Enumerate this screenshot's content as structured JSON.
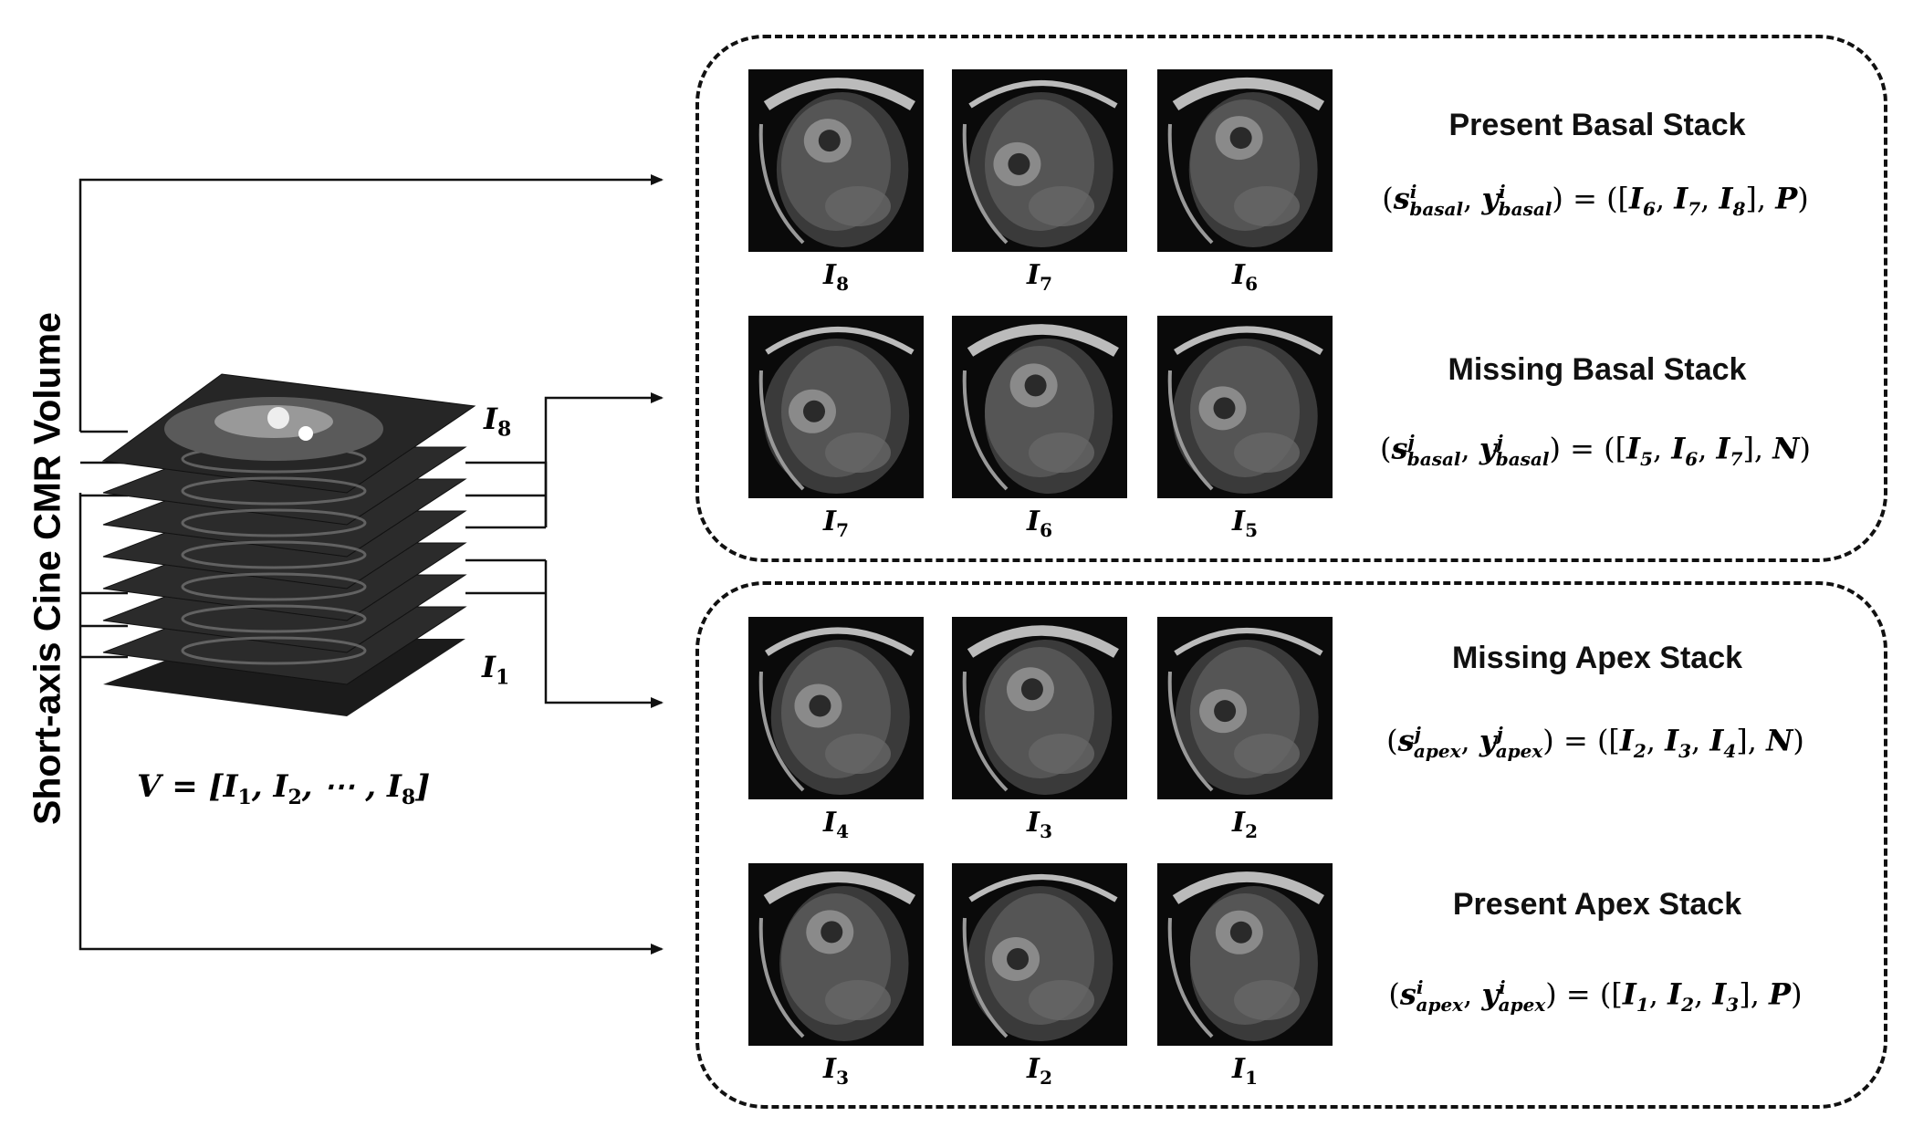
{
  "volume": {
    "title": "Short-axis Cine CMR Volume",
    "formula": "V = [I",
    "formula_parts": [
      "V = [",
      "I",
      "1",
      ", ",
      "I",
      "2",
      ", ⋯ , ",
      "I",
      "8",
      "]"
    ],
    "top_label": {
      "base": "I",
      "sub": "8"
    },
    "bottom_label": {
      "base": "I",
      "sub": "1"
    }
  },
  "groups": [
    {
      "name": "basal",
      "rows": [
        {
          "title": "Present Basal Stack",
          "formula": {
            "s": "s",
            "y": "y",
            "sup": "i",
            "sub": "basal",
            "rhs": "= ([",
            "items": [
              "6",
              "7",
              "8"
            ],
            "label": "P"
          },
          "slices": [
            {
              "base": "I",
              "sub": "8"
            },
            {
              "base": "I",
              "sub": "7"
            },
            {
              "base": "I",
              "sub": "6"
            }
          ]
        },
        {
          "title": "Missing Basal Stack",
          "formula": {
            "s": "s",
            "y": "y",
            "sup": "j",
            "sub": "basal",
            "rhs": "= ([",
            "items": [
              "5",
              "6",
              "7"
            ],
            "label": "N"
          },
          "slices": [
            {
              "base": "I",
              "sub": "7"
            },
            {
              "base": "I",
              "sub": "6"
            },
            {
              "base": "I",
              "sub": "5"
            }
          ]
        }
      ]
    },
    {
      "name": "apex",
      "rows": [
        {
          "title": "Missing Apex Stack",
          "formula": {
            "s": "s",
            "y": "y",
            "sup": "j",
            "sub": "apex",
            "rhs": "= ([",
            "items": [
              "2",
              "3",
              "4"
            ],
            "label": "N"
          },
          "slices": [
            {
              "base": "I",
              "sub": "4"
            },
            {
              "base": "I",
              "sub": "3"
            },
            {
              "base": "I",
              "sub": "2"
            }
          ]
        },
        {
          "title": "Present Apex Stack",
          "formula": {
            "s": "s",
            "y": "y",
            "sup": "i",
            "sub": "apex",
            "rhs": "= ([",
            "items": [
              "1",
              "2",
              "3"
            ],
            "label": "P"
          },
          "slices": [
            {
              "base": "I",
              "sub": "3"
            },
            {
              "base": "I",
              "sub": "2"
            },
            {
              "base": "I",
              "sub": "1"
            }
          ]
        }
      ]
    }
  ],
  "colors": {
    "line": "#111111",
    "image_bg": "#0a0a0a"
  }
}
